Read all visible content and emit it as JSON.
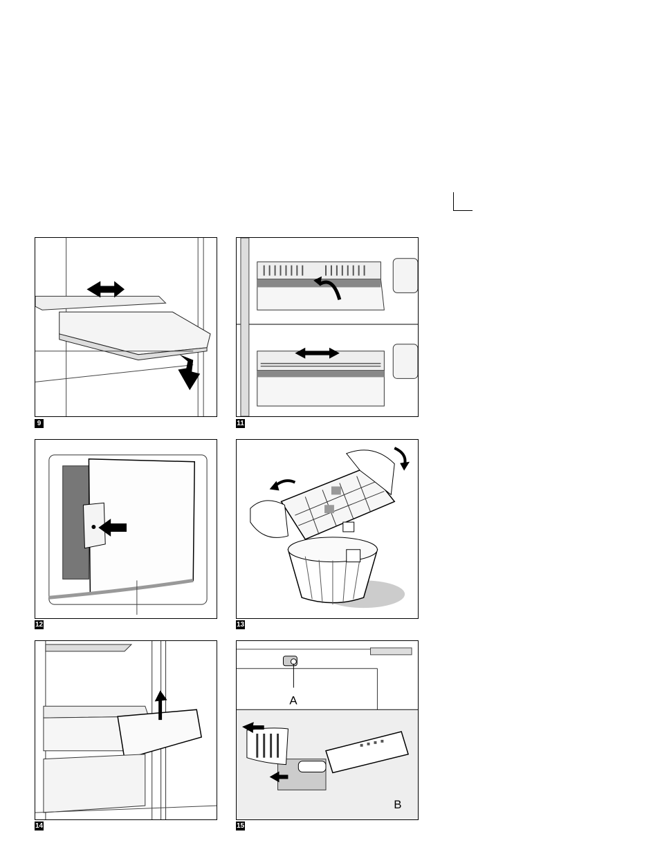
{
  "figures": [
    {
      "number": "9"
    },
    {
      "number": "11"
    },
    {
      "number": "12"
    },
    {
      "number": "13"
    },
    {
      "number": "14"
    },
    {
      "number": "15",
      "label_a": "A",
      "label_b": "B"
    }
  ]
}
